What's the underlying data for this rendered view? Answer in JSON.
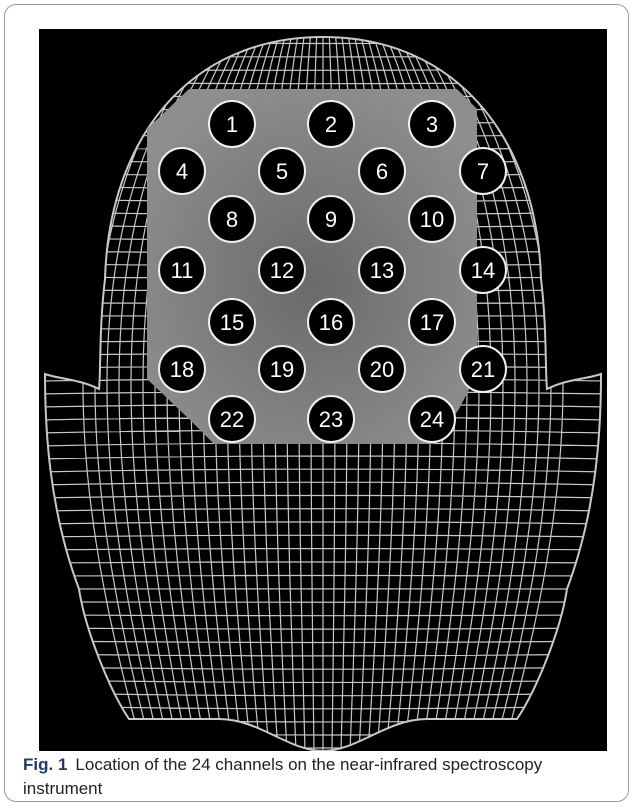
{
  "colors": {
    "background": "#000000",
    "mesh": "#c8c8c8",
    "probe_patch": "#808080",
    "channel_fill": "#000000",
    "channel_text": "#ffffff",
    "caption_label": "#1f3b6e"
  },
  "figure": {
    "caption_label": "Fig. 1",
    "caption_text": "Location of the 24 channels on the near-infrared spectroscopy instrument"
  },
  "channels": [
    "1",
    "2",
    "3",
    "4",
    "5",
    "6",
    "7",
    "8",
    "9",
    "10",
    "11",
    "12",
    "13",
    "14",
    "15",
    "16",
    "17",
    "18",
    "19",
    "20",
    "21",
    "22",
    "23",
    "24"
  ]
}
